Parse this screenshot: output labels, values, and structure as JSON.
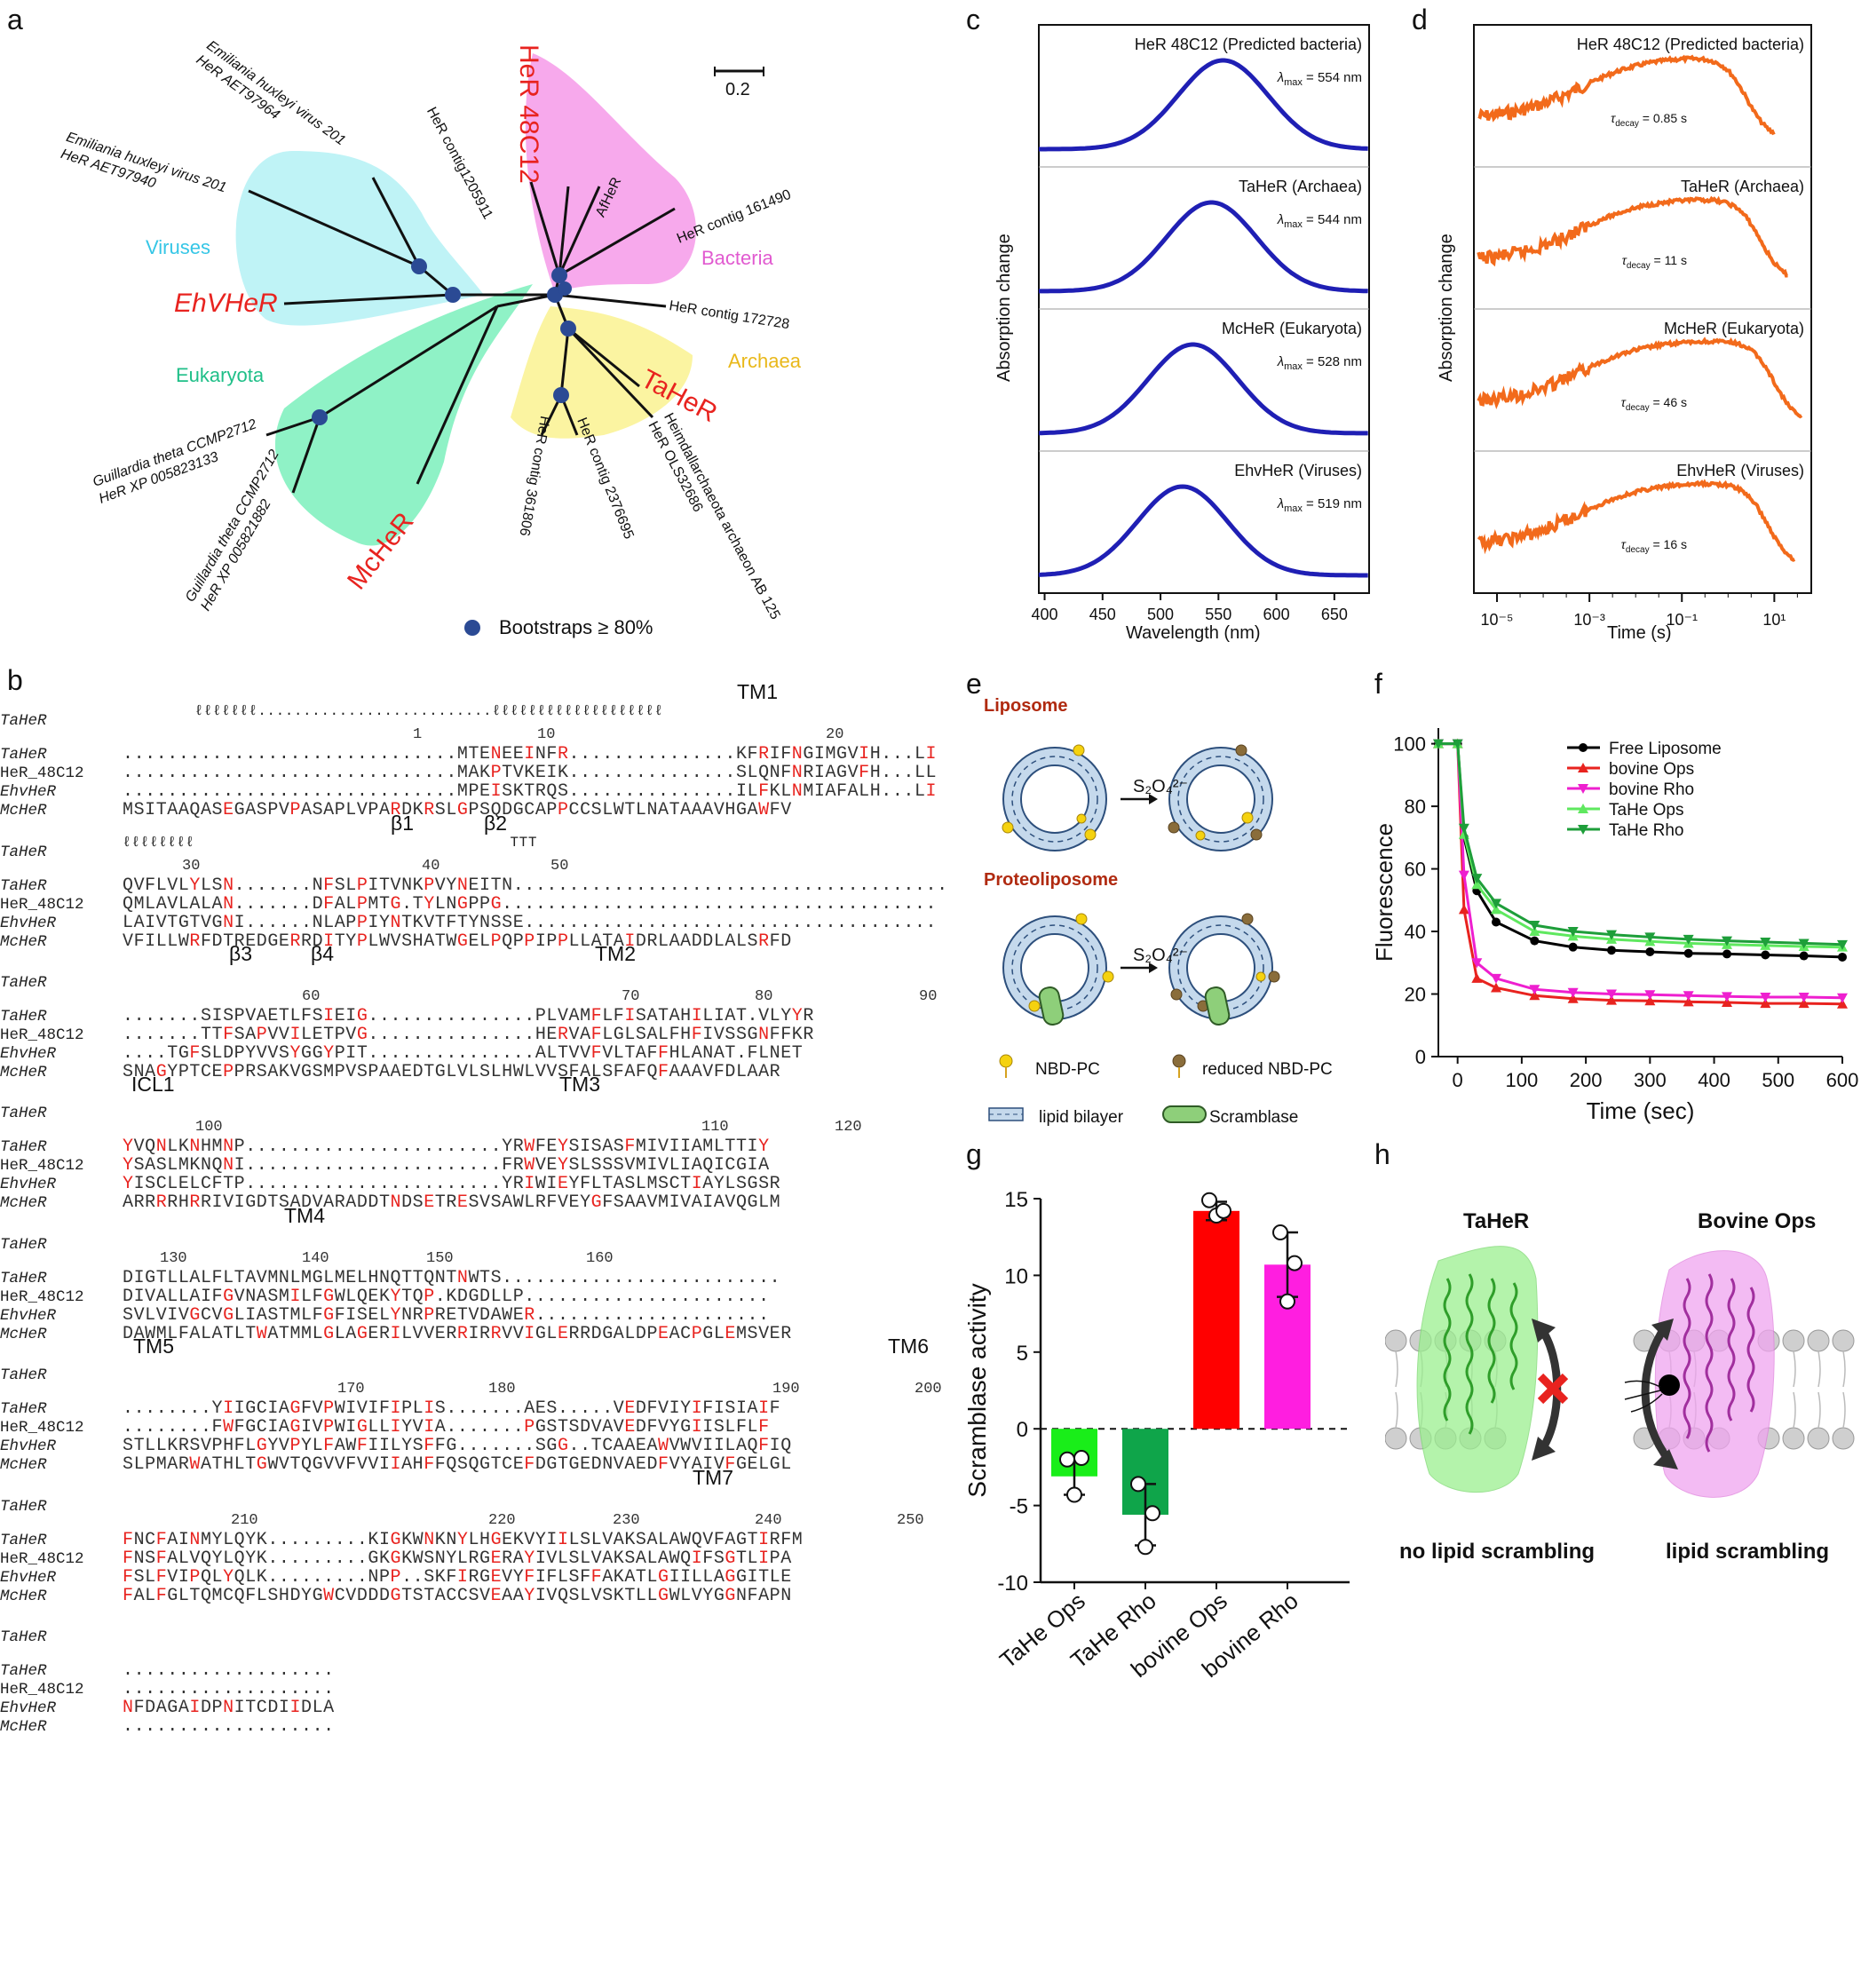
{
  "panel_labels": [
    "a",
    "b",
    "c",
    "d",
    "e",
    "f",
    "g",
    "h"
  ],
  "tree": {
    "scale_label": "0.2",
    "groups": {
      "viruses": "Viruses",
      "bacteria": "Bacteria",
      "eukaryota": "Eukaryota",
      "archaea": "Archaea"
    },
    "leaves": {
      "ehv201_1": "Emiliania huxleyi virus 201\nHeR AET97964",
      "ehv201_2": "Emiliania huxleyi virus 201\nHeR AET97940",
      "contig1205911": "HeR contig1205911",
      "her48c12": "HeR 48C12",
      "afher": "AfHeR",
      "contig161490": "HeR contig 161490",
      "contig172728": "HeR contig 172728",
      "ehvher": "EhVHeR",
      "taher": "TaHeR",
      "mcher": "McHeR",
      "gt1": "Guillardia theta CCMP2712\nHeR XP 005823133",
      "gt2": "Guillardia theta CCMP2712\nHeR XP 005821882",
      "contig361806": "HeR contig 361806",
      "contig2376695": "HeR contig 2376695",
      "heim": "Heimdallarchaeota archaeon AB 125\nHeR OLS32686"
    },
    "legend": "Bootstraps ≥ 80%",
    "colors": {
      "viruses": "#b9f0f5",
      "bacteria": "#f5a8e8",
      "eukaryota": "#8ff0c4",
      "archaea": "#fbf3a0",
      "node": "#2b4a94",
      "highlight": "#e8231f"
    }
  },
  "alignment": {
    "names": [
      "TaHeR",
      "HeR_48C12",
      "EhvHeR",
      "McHeR"
    ],
    "blocks": [
      {
        "struct": "        qqqqqqq..........................qqqqqqqqqqqqqqqqqqq",
        "labels": [
          {
            "t": "TM1"
          }
        ],
        "nums": [
          "1",
          "10",
          "20"
        ],
        "rows": [
          "..............................MTENEEINFR...............KFRIFNGIMGVIH...LI",
          "..............................MAKPTVKEIK...............SLQNFNRIAGVFH...LL",
          "..............................MPEISKTRQS...............ILFKLNMIAFALH...LI",
          "MSITAAQASEGASPVPASAPLVPARDKRSLGPSQDGCAPPCCSLWTLNATAAAVHGAWFV"
        ]
      },
      {
        "struct": "qqqqqqqq                                   TTT",
        "labels": [
          {
            "t": "β1"
          },
          {
            "t": "β2"
          }
        ],
        "nums": [
          "30",
          "40",
          "50"
        ],
        "rows": [
          "QVFLVLYLSN.......NFSLPITVNKPVYNEITN.......................................",
          "QMLAVLALAN.......DFALPMTG.TYLNGPPG.......................................",
          "LAIVTGTVGNI......NLAPPIYNTKVTFTYNSSE.....................................",
          "VFILLWRFDTREDGERRDITYPLWVSHATWGELPQPPIPPLLATAIDRLAADDLALSRFD"
        ]
      },
      {
        "struct": "",
        "labels": [
          {
            "t": "β3"
          },
          {
            "t": "β4"
          },
          {
            "t": "TM2"
          }
        ],
        "nums": [
          "60",
          "70",
          "80",
          "90"
        ],
        "rows": [
          ".......SISPVAETLFSIEIG...............PLVAMFLFISATAHILIAT.VLYYR",
          ".......TTFSAPVVILETPVG...............HERVAFLGLSALFHFIVSSGNFFKR",
          "....TGFSLDPYVVSYGGYPIT...............ALTVVFVLTAFFHLANAT.FLNET",
          "SNAGYPTCEPPRSAKVGSMPVSPAAEDTGLVLSLHWLVVSFALSFAFQFAAAVFDLAAR"
        ]
      },
      {
        "struct": "",
        "labels": [
          {
            "t": "ICL1"
          },
          {
            "t": "TM3"
          }
        ],
        "nums": [
          "100",
          "110",
          "120"
        ],
        "rows": [
          "YVQNLKNHMNP.......................YRWFEYSISASFMIVIIAMLTTIY",
          "YSASLMKNQNI.......................FRWVEYSLSSSVMIVLIAQICGIA",
          "YISCLELCFTP.......................YRIWIEYFLTASLMSCTIAYLSGSR",
          "ARRRRHRRIVIGDTSADVARADDTNDSETRESVSAWLRFVEYGFSAAVMIVAIAVQGLM"
        ]
      },
      {
        "struct": "",
        "labels": [
          {
            "t": "TM4"
          }
        ],
        "nums": [
          "130",
          "140",
          "150",
          "160"
        ],
        "rows": [
          "DIGTLLALFLTAVMNLMGLMELHNQTTQNTNWTS.........................",
          "DIVALLAIFGVNASMILFGWLQEKYTQP.KDGDLLP......................",
          "SVLVIVGCVGLIASTMLFGFISELYNRPRETVDAWER.....................",
          "DAWMLFALATLTWATMMLGLAGERILVVERRIRRVVIGLERRDGALDPEACPGLEMSVER"
        ]
      },
      {
        "struct": "",
        "labels": [
          {
            "t": "TM5"
          },
          {
            "t": "TM6"
          }
        ],
        "nums": [
          "170",
          "180",
          "190",
          "200"
        ],
        "rows": [
          "........YIIGCIAGFVPWIVIFIPLIS.......AES.....VEDFVIYIFISIAIF",
          "........FWFGCIAGIVPWIGLLIYVIA.......PGSTSDVAVEDFVYGIISLFLF",
          "STLLKRSVPHFLGYVPYLFAWFIILYSFFG.......SGG..TCAAEAWVWVIILAQFIQ",
          "SLPMARWATHLTGWVTQGVVFVVIIAHFFQSQGTCEFDGTGEDNVAEDFVYAIVFGELGL"
        ]
      },
      {
        "struct": "",
        "labels": [
          {
            "t": "TM7"
          }
        ],
        "nums": [
          "210",
          "220",
          "230",
          "240",
          "250"
        ],
        "rows": [
          "FNCFAINMYLQYK.........KIGKWNKNYLHGEKVYIILSLVAKSALAWQVFAGTIRFM",
          "FNSFALVQYLQYK.........GKGKWSNYLRGERAYIVLSLVAKSALAWQIFSGTLIPA",
          "FSLFVIPQLYQLK.........NPP..SKFIRGEVYFIFLSFFAKATLGIILLAGGITLE",
          "FALFGLTQMCQFLSHDYGWCVDDDGTSTACCSVEAAYIVQSLVSKTLLGWLVYGGNFAPN"
        ]
      },
      {
        "struct": "",
        "labels": [],
        "nums": [],
        "rows": [
          "...................",
          "...................",
          "NFDAGAIDPNITCDIIDLA",
          "..................."
        ]
      }
    ]
  },
  "spectra": {
    "xlabel": "Wavelength (nm)",
    "ylabel": "Absorption change",
    "xticks": [
      "400",
      "450",
      "500",
      "550",
      "600",
      "650"
    ],
    "traces": [
      {
        "title": "HeR 48C12 (Predicted bacteria)",
        "lmax": "= 554 nm",
        "peak": 554
      },
      {
        "title": "TaHeR (Archaea)",
        "lmax": "= 544 nm",
        "peak": 544
      },
      {
        "title": "McHeR (Eukaryota)",
        "lmax": "= 528 nm",
        "peak": 528
      },
      {
        "title": "EhvHeR (Viruses)",
        "lmax": "= 519 nm",
        "peak": 519
      }
    ],
    "lmax_symbol": "λ",
    "lmax_sub": "max",
    "color": "#1f1fb4"
  },
  "decay": {
    "xlabel": "Time (s)",
    "ylabel": "Absorption change",
    "xticks": [
      "10⁻⁵",
      "10⁻³",
      "10⁻¹",
      "10¹"
    ],
    "traces": [
      {
        "title": "HeR 48C12 (Predicted bacteria)",
        "tau": "= 0.85 s"
      },
      {
        "title": "TaHeR (Archaea)",
        "tau": "= 11 s"
      },
      {
        "title": "McHeR (Eukaryota)",
        "tau": "= 46 s"
      },
      {
        "title": "EhvHeR (Viruses)",
        "tau": "= 16 s"
      }
    ],
    "tau_symbol": "τ",
    "tau_sub": "decay",
    "color": "#f26a1b"
  },
  "assay": {
    "liposome": "Liposome",
    "proteoliposome": "Proteoliposome",
    "reagent": "S₂O₄²⁻",
    "legend": {
      "nbd": "NBD-PC",
      "reduced": "reduced NBD-PC",
      "bilayer": "lipid bilayer",
      "scramblase": "Scramblase"
    }
  },
  "chart_data": [
    {
      "type": "line",
      "xlabel": "Time (sec)",
      "ylabel": "Fluorescence",
      "xlim": [
        -30,
        600
      ],
      "ylim": [
        0,
        105
      ],
      "xticks": [
        "0",
        "100",
        "200",
        "300",
        "400",
        "500",
        "600"
      ],
      "yticks": [
        "0",
        "20",
        "40",
        "60",
        "80",
        "100"
      ],
      "x": [
        -30,
        0,
        10,
        30,
        60,
        120,
        180,
        240,
        300,
        360,
        420,
        480,
        540,
        600
      ],
      "series": [
        {
          "name": "Free Liposome",
          "color": "#000000",
          "marker": "circle",
          "values": [
            100,
            100,
            70,
            53,
            43,
            37,
            35,
            34,
            33.5,
            33,
            32.8,
            32.5,
            32.2,
            31.8
          ]
        },
        {
          "name": "bovine Ops",
          "color": "#e8231f",
          "marker": "triangle-up",
          "values": [
            100,
            100,
            47,
            25,
            22,
            19.5,
            18.5,
            18,
            17.8,
            17.5,
            17.3,
            17,
            17,
            16.8
          ]
        },
        {
          "name": "bovine Rho",
          "color": "#ee1fcf",
          "marker": "triangle-down",
          "values": [
            100,
            100,
            58,
            30,
            25,
            21.5,
            20.5,
            20,
            19.8,
            19.5,
            19.2,
            19,
            19,
            18.8
          ]
        },
        {
          "name": "TaHe Ops",
          "color": "#5fe85f",
          "marker": "triangle-up",
          "values": [
            100,
            100,
            71,
            55,
            47,
            40,
            38.5,
            37.5,
            36.8,
            36.2,
            35.8,
            35.5,
            35.2,
            35
          ]
        },
        {
          "name": "TaHe Rho",
          "color": "#1e9e3a",
          "marker": "triangle-down",
          "values": [
            100,
            100,
            73,
            57,
            49,
            42,
            40,
            39,
            38.2,
            37.5,
            37,
            36.6,
            36.2,
            35.8
          ]
        }
      ]
    },
    {
      "type": "bar",
      "ylabel": "Scramblase activity",
      "ylim": [
        -10,
        15
      ],
      "yticks": [
        "-10",
        "-5",
        "0",
        "5",
        "10",
        "15"
      ],
      "categories": [
        "TaHe Ops",
        "TaHe Rho",
        "bovine Ops",
        "bovine Rho"
      ],
      "values": [
        -3.1,
        -5.6,
        14.2,
        10.7
      ],
      "errors": [
        1.2,
        2.0,
        0.6,
        2.1
      ],
      "points": [
        [
          -2,
          -4.3,
          -1.9
        ],
        [
          -3.6,
          -7.7,
          -5.5
        ],
        [
          14.9,
          13.9,
          14.2
        ],
        [
          12.8,
          8.3,
          10.8
        ]
      ],
      "colors": [
        "#19ee19",
        "#0fa54a",
        "#ff0000",
        "#ff1ee0"
      ]
    }
  ],
  "structure": {
    "taher_title": "TaHeR",
    "ops_title": "Bovine Ops",
    "no_scr": "no lipid scrambling",
    "scr": "lipid scrambling"
  }
}
